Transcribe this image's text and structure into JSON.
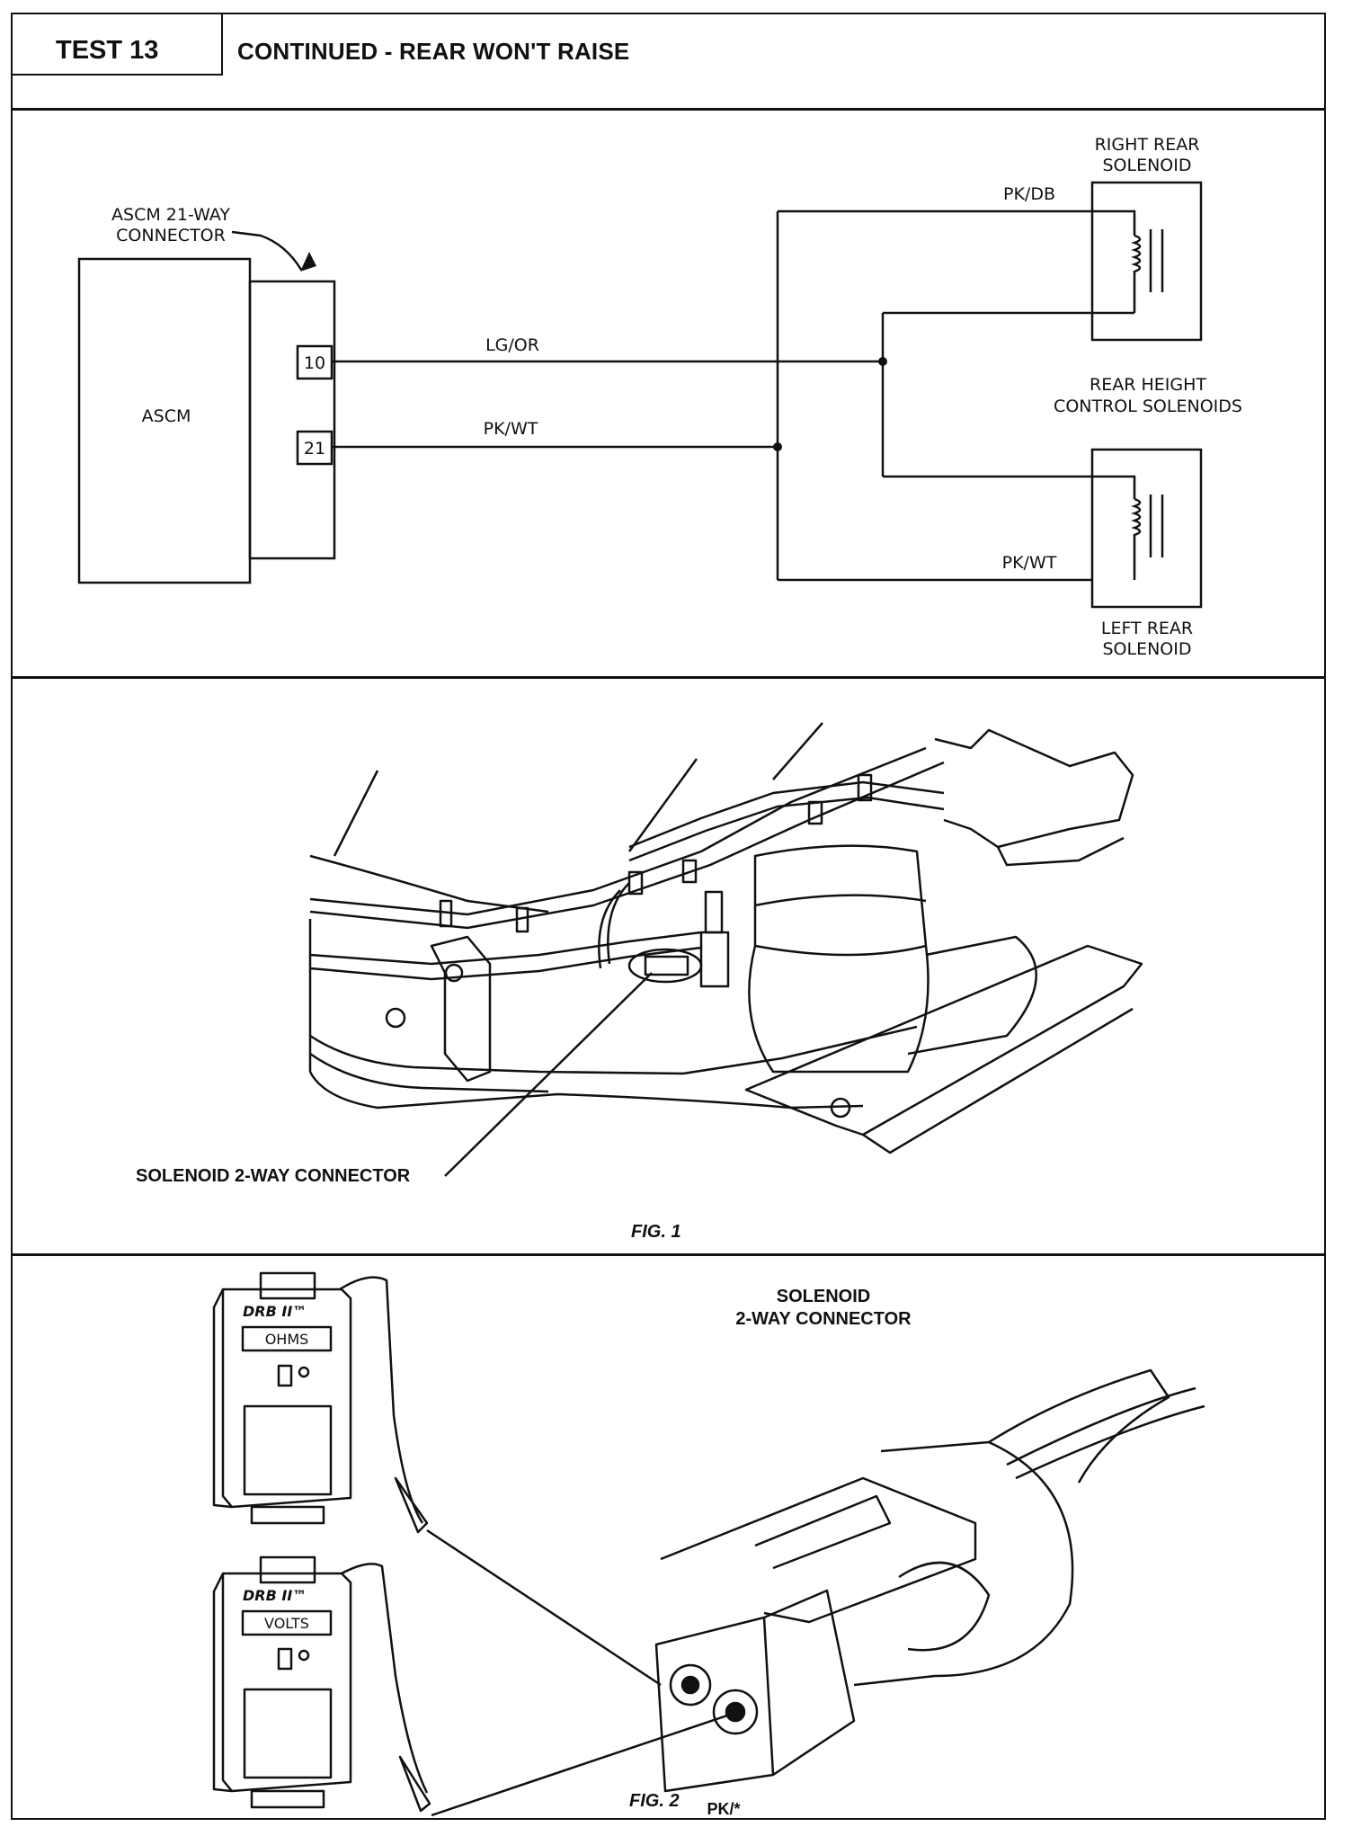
{
  "header": {
    "test": "TEST 13",
    "title": "CONTINUED - REAR WON'T RAISE"
  },
  "schematic": {
    "connector_label": [
      "ASCM 21-WAY",
      "CONNECTOR"
    ],
    "module_label": "ASCM",
    "pins": [
      "10",
      "21"
    ],
    "wires": {
      "lg_or": "LG/OR",
      "pk_wt": "PK/WT",
      "pk_db": "PK/DB",
      "pk_wt_left": "PK/WT"
    },
    "right_solenoid": [
      "RIGHT REAR",
      "SOLENOID"
    ],
    "left_solenoid": [
      "LEFT REAR",
      "SOLENOID"
    ],
    "group_label": [
      "REAR HEIGHT",
      "CONTROL SOLENOIDS"
    ]
  },
  "fig1": {
    "callout": "SOLENOID 2-WAY CONNECTOR",
    "caption": "FIG. 1"
  },
  "fig2": {
    "connector_label": [
      "SOLENOID",
      "2-WAY CONNECTOR"
    ],
    "meter_brand": "DRB II™",
    "meter1_display": "OHMS",
    "meter2_display": "VOLTS",
    "pin_label": "PK/*",
    "caption": "FIG. 2"
  }
}
